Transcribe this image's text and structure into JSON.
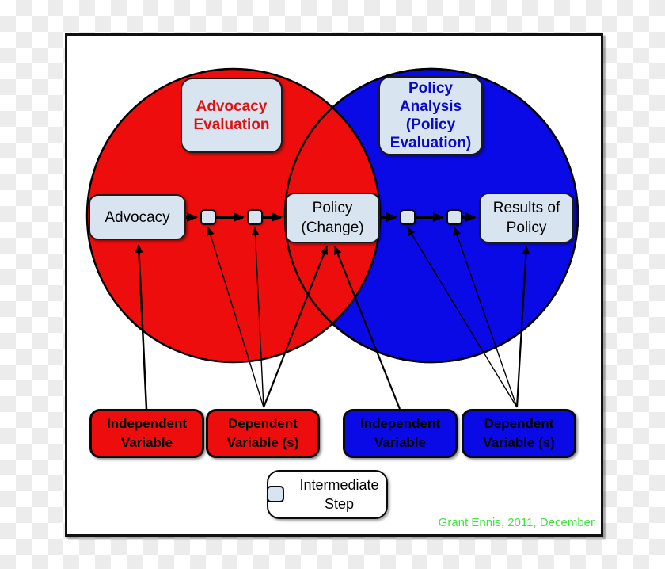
{
  "diagram": {
    "venn": {
      "advocacy_evaluation_label": "Advocacy\nEvaluation",
      "policy_analysis_label": "Policy\nAnalysis\n(Policy\nEvaluation)"
    },
    "flow": {
      "advocacy": "Advocacy",
      "policy_change": "Policy\n(Change)",
      "results_of_policy": "Results of\nPolicy"
    },
    "variables": {
      "red_independent": "Independent\nVariable",
      "red_dependent": "Dependent\nVariable (s)",
      "blue_independent": "Independent\nVariable",
      "blue_dependent": "Dependent\nVariable (s)"
    },
    "legend": {
      "intermediate_step": "Intermediate\nStep"
    },
    "credit": "Grant Ennis, 2011, December",
    "colors": {
      "red_circle": "#ee0d0d",
      "blue_circle": "#0a0ae6",
      "light_blue_box": "#d9e4f1",
      "red_label_text": "#e01010",
      "blue_label_text": "#0a0ac8",
      "credit_green": "#3fe43f"
    }
  }
}
